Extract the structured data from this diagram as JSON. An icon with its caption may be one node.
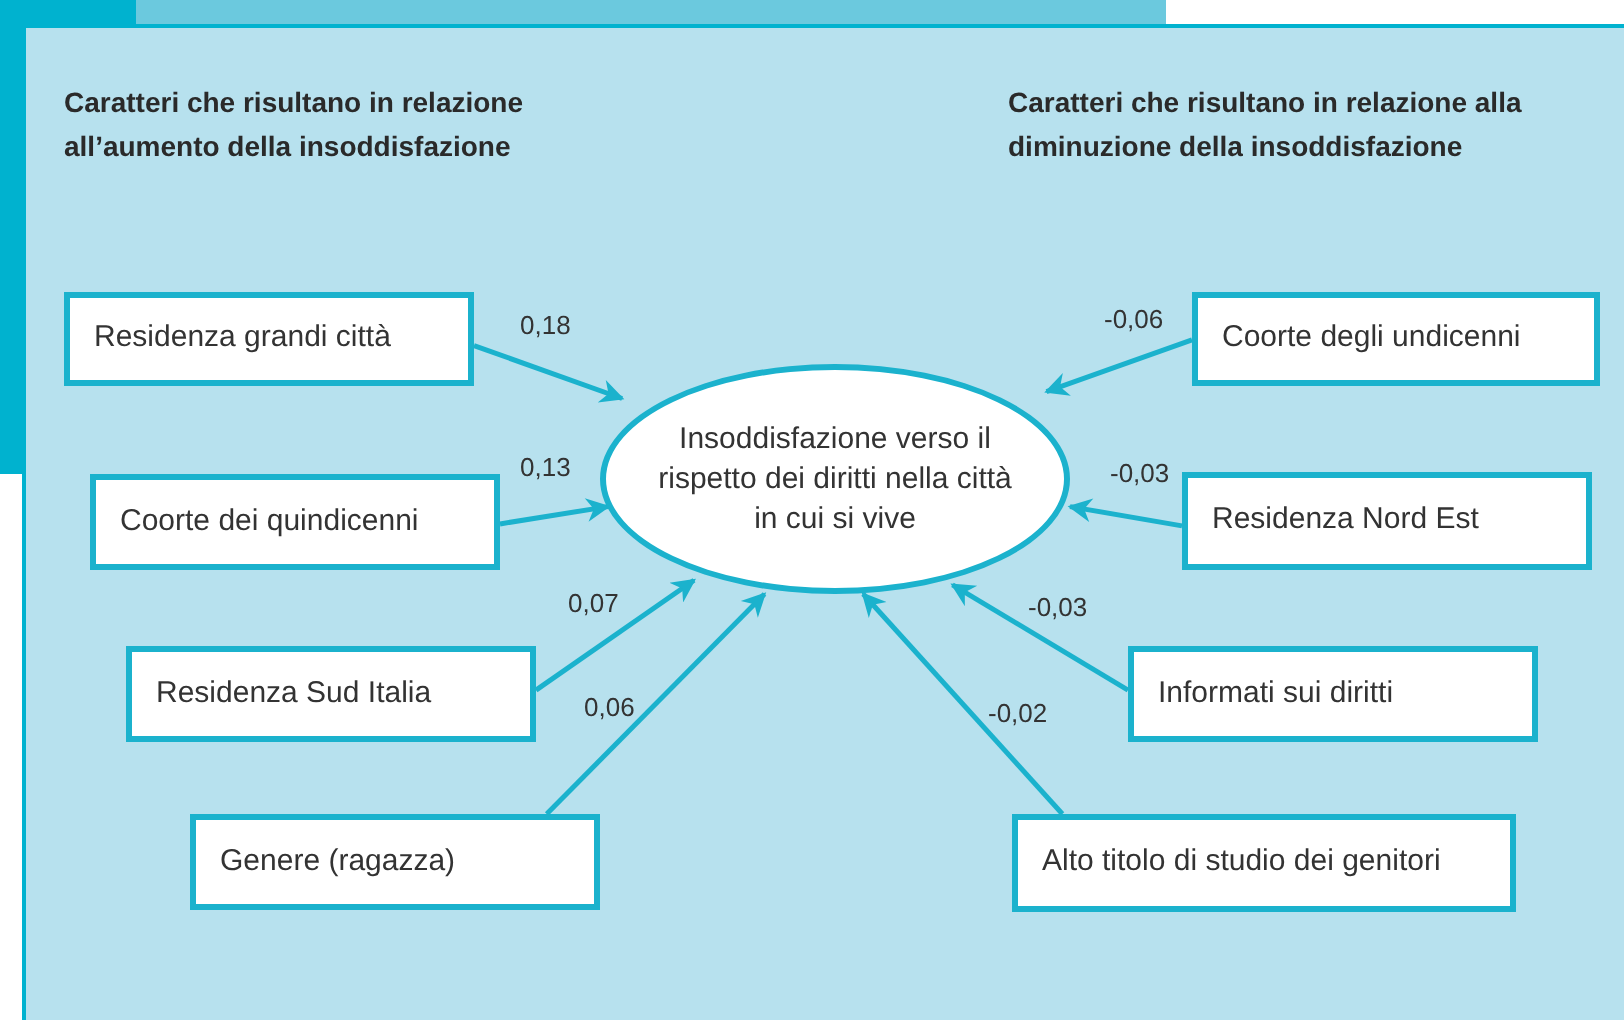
{
  "diagram": {
    "nodes": [
      {
        "text": [
          "Insoddisfazione verso il rispetto dei diritti nella città in cui si vive"
        ]
      },
      {
        "text": [
          "Residenza grandi città"
        ]
      },
      {
        "text": [
          "Coorte dei quindicenni"
        ]
      },
      {
        "text": [
          "Residenza Sud Italia"
        ]
      },
      {
        "text": [
          "Genere (ragazza)"
        ]
      },
      {
        "text": [
          "Coorte degli undicenni"
        ]
      },
      {
        "text": [
          "Residenza Nord Est"
        ]
      },
      {
        "text": [
          "Informati sui diritti"
        ]
      },
      {
        "text": [
          "Alto titolo di studio dei genitori"
        ]
      }
    ],
    "edges": [
      {
        "from": 1,
        "to": 0,
        "arrow": "to",
        "label": "0,18"
      },
      {
        "from": 2,
        "to": 0,
        "arrow": "to",
        "label": "0,13"
      },
      {
        "from": 3,
        "to": 0,
        "arrow": "to",
        "label": "0,07"
      },
      {
        "from": 4,
        "to": 0,
        "arrow": "to",
        "label": "0,06"
      },
      {
        "from": 5,
        "to": 0,
        "arrow": "to",
        "label": "-0,06"
      },
      {
        "from": 6,
        "to": 0,
        "arrow": "to",
        "label": "-0,03"
      },
      {
        "from": 7,
        "to": 0,
        "arrow": "to",
        "label": "-0,03"
      },
      {
        "from": 8,
        "to": 0,
        "arrow": "to",
        "label": "-0,02"
      }
    ],
    "labels": [
      "Caratteri che risultano in relazione all’aumento della insoddisfazione",
      "Caratteri che risultano in relazione alla diminuzione della insoddisfazione"
    ]
  }
}
